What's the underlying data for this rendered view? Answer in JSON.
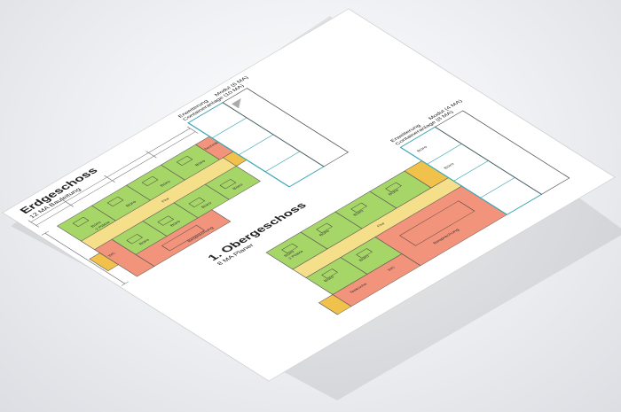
{
  "floors": [
    {
      "title": "Erdgeschoss",
      "subtitle": "12 MA Bauleitung",
      "expansion_label": "Erweiterung",
      "expansion_sublabel": "Containeranlage (10 MA)",
      "module_label": "Modul (6 MA)",
      "rooms": [
        "Büro",
        "Büro",
        "Büro",
        "Büro",
        "Büro",
        "Büro",
        "Büro",
        "Büro",
        "Besprechung",
        "WC",
        "Technik",
        "Flur"
      ]
    },
    {
      "title": "1. Obergeschoss",
      "subtitle": "8 MA Planer",
      "expansion_label": "Erweiterung",
      "expansion_sublabel": "Containeranlage (8 MA)",
      "module_label": "Modul (4 MA)",
      "rooms": [
        "Büro",
        "Büro",
        "Büro",
        "Büro",
        "Büro",
        "Büro",
        "Büro",
        "Büro",
        "Besprechung",
        "Teeküche",
        "WC",
        "Flur"
      ]
    }
  ],
  "room_note": "2 Plätze",
  "colors": {
    "office": "#a6d568",
    "corridor": "#f6df8a",
    "service": "#f2937b",
    "stairs": "#f1c24b",
    "container": "#ffffff",
    "container_outline": "#3aa7b4",
    "hatch": "#bbbbbb"
  }
}
